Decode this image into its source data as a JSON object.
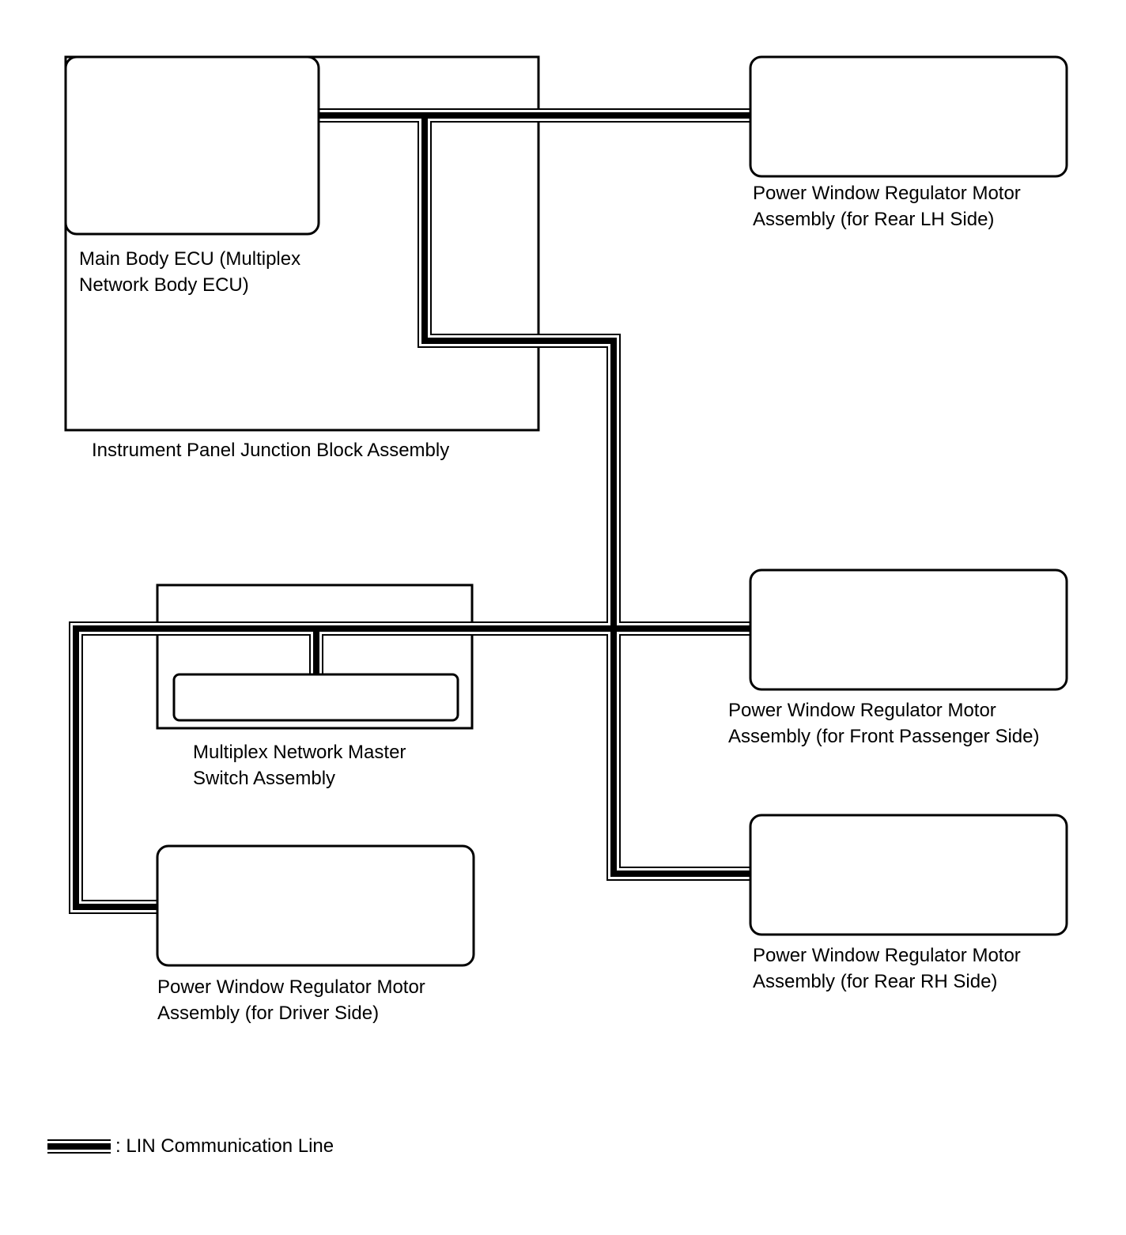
{
  "components": {
    "main_body_ecu": {
      "line1": "Main Body ECU (Multiplex",
      "line2": "Network Body ECU)"
    },
    "instrument_panel_jb": {
      "label": "Instrument Panel Junction Block Assembly"
    },
    "master_switch": {
      "line1": "Multiplex Network Master",
      "line2": "Switch Assembly"
    },
    "motor_rear_lh": {
      "line1": "Power Window Regulator Motor",
      "line2": "Assembly (for Rear LH Side)"
    },
    "motor_front_passenger": {
      "line1": "Power Window Regulator Motor",
      "line2": "Assembly (for Front Passenger Side)"
    },
    "motor_rear_rh": {
      "line1": "Power Window Regulator Motor",
      "line2": "Assembly (for Rear RH Side)"
    },
    "motor_driver": {
      "line1": "Power Window Regulator Motor",
      "line2": "Assembly (for Driver Side)"
    }
  },
  "legend": {
    "text": ": LIN Communication Line"
  }
}
